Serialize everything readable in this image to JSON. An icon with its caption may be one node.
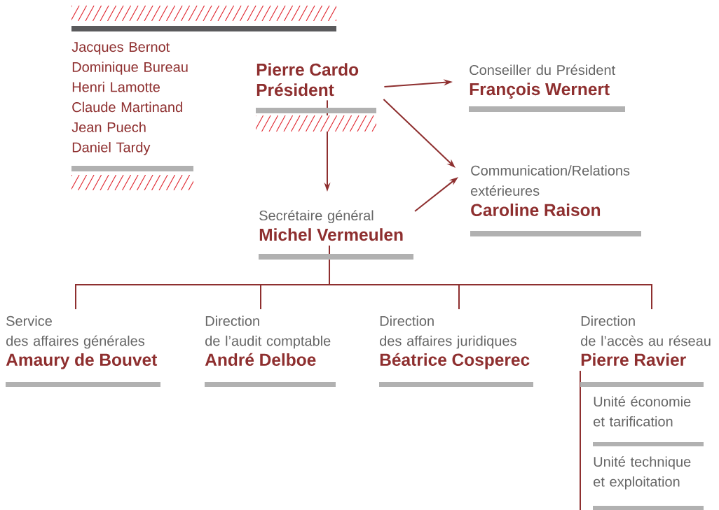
{
  "diagram": {
    "nodes": [
      {
        "text": [
          "Jacques Bernot",
          "Dominique Bureau",
          "Henri Lamotte",
          "Claude Martinand",
          "Jean Puech",
          "Daniel Tardy"
        ]
      },
      {
        "text": [
          "Pierre Cardo",
          "Président"
        ]
      },
      {
        "text": [
          "Conseiller du Président",
          "François Wernert"
        ]
      },
      {
        "text": [
          "Communication/Relations extérieures",
          "Caroline Raison"
        ]
      },
      {
        "text": [
          "Secrétaire général",
          "Michel Vermeulen"
        ]
      },
      {
        "text": [
          "Service",
          "des affaires générales",
          "Amaury de Bouvet"
        ]
      },
      {
        "text": [
          "Direction",
          "de l’audit comptable",
          "André Delboe"
        ]
      },
      {
        "text": [
          "Direction",
          "des affaires juridiques",
          "Béatrice Cosperec"
        ]
      },
      {
        "text": [
          "Direction",
          "de l’accès au réseau",
          "Pierre Ravier"
        ]
      },
      {
        "text": [
          "Unité économie et tarification"
        ]
      },
      {
        "text": [
          "Unité technique et exploitation"
        ]
      }
    ],
    "edges": [
      {
        "from": 1,
        "to": 2,
        "arrow": "to"
      },
      {
        "from": 1,
        "to": 3,
        "arrow": "to"
      },
      {
        "from": 1,
        "to": 4,
        "arrow": "to"
      },
      {
        "from": 4,
        "to": 3,
        "arrow": "to"
      },
      {
        "from": 4,
        "to": 5,
        "arrow": "none"
      },
      {
        "from": 4,
        "to": 6,
        "arrow": "none"
      },
      {
        "from": 4,
        "to": 7,
        "arrow": "none"
      },
      {
        "from": 4,
        "to": 8,
        "arrow": "none"
      },
      {
        "from": 8,
        "to": 9,
        "arrow": "none"
      },
      {
        "from": 8,
        "to": 10,
        "arrow": "none"
      }
    ]
  }
}
